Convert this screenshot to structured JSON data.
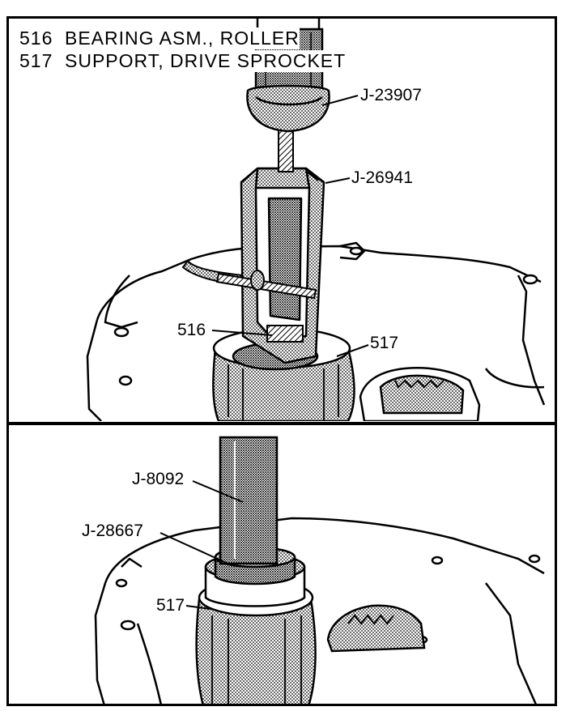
{
  "legend": [
    {
      "number": "516",
      "description": "BEARING ASM., ROLLER"
    },
    {
      "number": "517",
      "description": "SUPPORT, DRIVE SPROCKET"
    }
  ],
  "top_panel": {
    "callouts": {
      "j23907": "J-23907",
      "j26941": "J-26941",
      "p516": "516",
      "p517": "517"
    }
  },
  "bottom_panel": {
    "callouts": {
      "j8092": "J-8092",
      "j28667": "J-28667",
      "p517": "517"
    }
  }
}
